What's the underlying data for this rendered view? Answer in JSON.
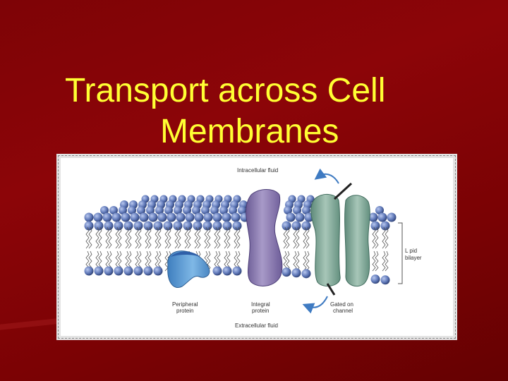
{
  "slide": {
    "title_line1": "Transport across Cell",
    "title_line2": "Membranes",
    "background_color": "#7e0306",
    "title_color": "#ffff33"
  },
  "diagram": {
    "label_top": "Intracellular fluid",
    "label_bottom": "Extracellular fluid",
    "label_peripheral_line1": "Peripheral",
    "label_peripheral_line2": "protein",
    "label_integral_line1": "Integral",
    "label_integral_line2": "protein",
    "label_gated_line1": "Gated   on",
    "label_gated_line2": "channel",
    "label_bilayer_line1": "L pid",
    "label_bilayer_line2": "bilayer",
    "colors": {
      "lipid_head": "#5f78b8",
      "peripheral_protein": "#5b9ed8",
      "integral_protein": "#8a78b0",
      "channel_protein": "#7fa696",
      "arrow": "#3f7bc2"
    }
  }
}
